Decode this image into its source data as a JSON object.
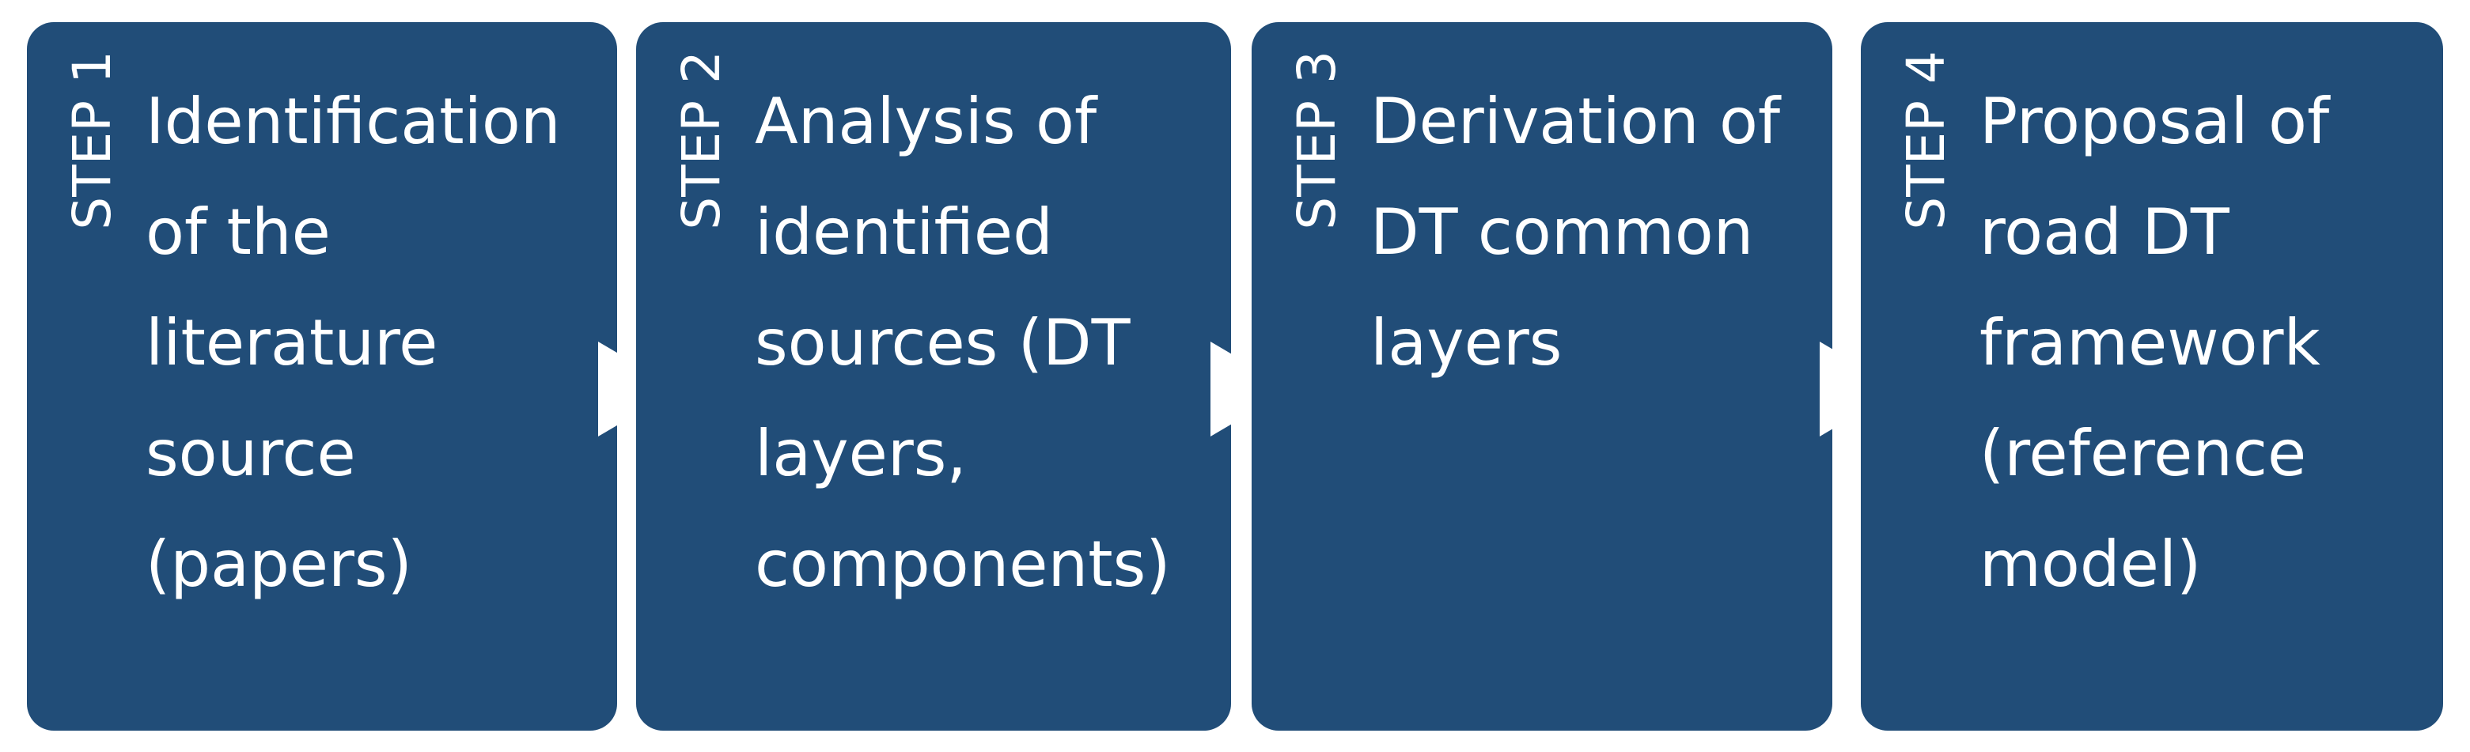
{
  "steps": [
    {
      "label": "STEP 1",
      "lines": [
        "Identification",
        "of the",
        "literature",
        "source",
        "(papers)"
      ]
    },
    {
      "label": "STEP 2",
      "lines": [
        "Analysis of",
        "identified",
        "sources (DT",
        "layers,",
        "components)"
      ]
    },
    {
      "label": "STEP 3",
      "lines": [
        "Derivation of",
        "DT common",
        "layers"
      ]
    },
    {
      "label": "STEP 4",
      "lines": [
        "Proposal of",
        "road DT",
        "framework",
        "(reference",
        "model)"
      ]
    }
  ],
  "colors": {
    "box_fill": "#214d78",
    "text": "#ffffff",
    "arrow": "#ffffff"
  }
}
